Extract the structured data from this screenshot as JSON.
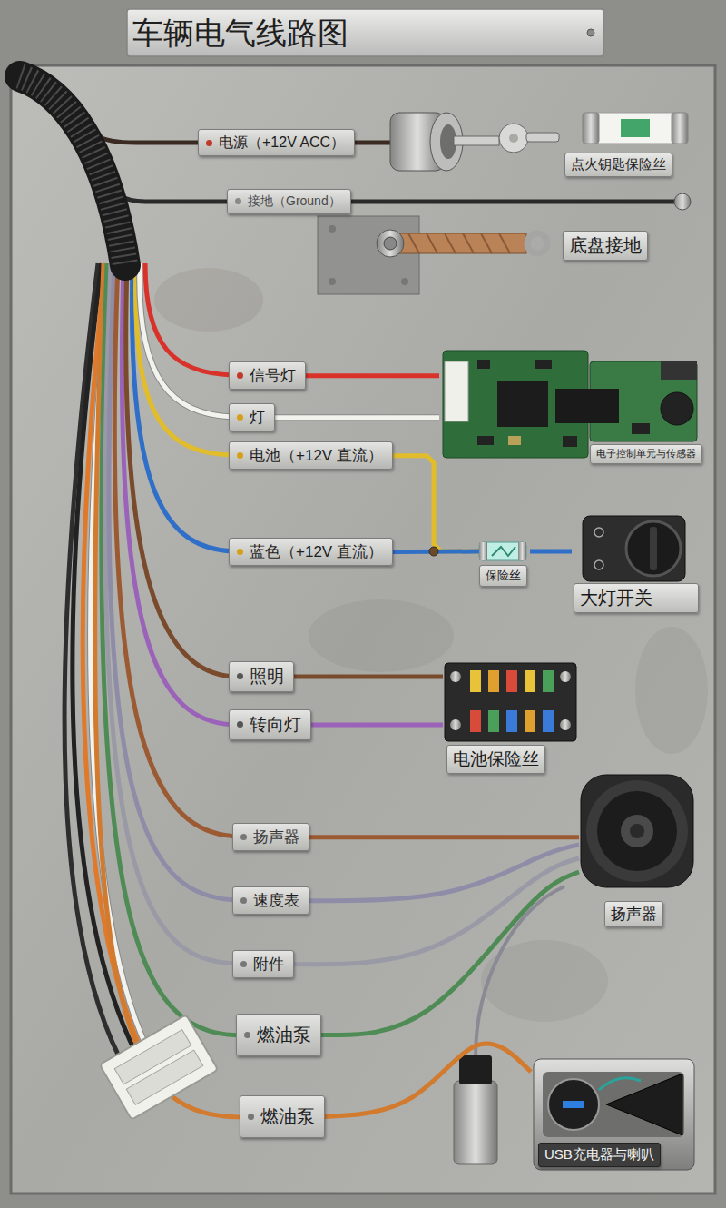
{
  "diagram": {
    "title": "车辆电气线路图",
    "nodes": [
      {
        "text": [
          "电源（+12V ACC）"
        ]
      },
      {
        "text": [
          "点火钥匙保险丝"
        ]
      },
      {
        "text": [
          "接地（Ground）"
        ]
      },
      {
        "text": [
          "底盘接地"
        ]
      },
      {
        "text": [
          "信号灯"
        ]
      },
      {
        "text": [
          "灯"
        ]
      },
      {
        "text": [
          "电子控制单元与传感器"
        ]
      },
      {
        "text": [
          "电池（+12V 直流）"
        ]
      },
      {
        "text": [
          "蓝色（+12V 直流）"
        ]
      },
      {
        "text": [
          "保险丝"
        ]
      },
      {
        "text": [
          "大灯开关"
        ]
      },
      {
        "text": [
          "照明"
        ]
      },
      {
        "text": [
          "转向灯"
        ]
      },
      {
        "text": [
          "电池保险丝"
        ]
      },
      {
        "text": [
          "扬声器"
        ]
      },
      {
        "text": [
          "速度表"
        ]
      },
      {
        "text": [
          "附件"
        ]
      },
      {
        "text": [
          "燃油泵"
        ]
      },
      {
        "text": [
          "扬声器"
        ]
      },
      {
        "text": [
          "燃油泵"
        ]
      },
      {
        "text": [
          "USB充电器与喇叭"
        ]
      }
    ],
    "edges": [
      {
        "from": 4,
        "to": 6,
        "arrow": "none"
      },
      {
        "from": 5,
        "to": 6,
        "arrow": "none"
      },
      {
        "from": 7,
        "to": 9,
        "arrow": "none"
      },
      {
        "from": 8,
        "to": 9,
        "arrow": "none"
      },
      {
        "from": 9,
        "to": 10,
        "arrow": "none"
      },
      {
        "from": 11,
        "to": 13,
        "arrow": "none"
      },
      {
        "from": 12,
        "to": 13,
        "arrow": "none"
      },
      {
        "from": 14,
        "to": 18,
        "arrow": "none"
      },
      {
        "from": 15,
        "to": 18,
        "arrow": "none"
      },
      {
        "from": 16,
        "to": 18,
        "arrow": "none"
      },
      {
        "from": 17,
        "to": 18,
        "arrow": "none"
      },
      {
        "from": 19,
        "to": 20,
        "arrow": "none"
      }
    ]
  }
}
